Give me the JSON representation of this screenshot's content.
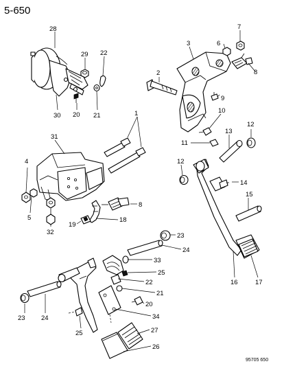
{
  "page_number": "5-650",
  "figure_code": "95705 650",
  "callouts": {
    "c28": "28",
    "c29": "29",
    "c22a": "22",
    "c30": "30",
    "c20a": "20",
    "c21a": "21",
    "c3": "3",
    "c6": "6",
    "c7": "7",
    "c8a": "8",
    "c2": "2",
    "c9": "9",
    "c10": "10",
    "c11": "11",
    "c13": "13",
    "c12a": "12",
    "c1": "1",
    "c31": "31",
    "c4": "4",
    "c5": "5",
    "c32": "32",
    "c8b": "8",
    "c19": "19",
    "c18": "18",
    "c12b": "12",
    "c14": "14",
    "c15": "15",
    "c16": "16",
    "c17": "17",
    "c23a": "23",
    "c24a": "24",
    "c33": "33",
    "c25a": "25",
    "c22b": "22",
    "c21b": "21",
    "c20b": "20",
    "c34": "34",
    "c23b": "23",
    "c24b": "24",
    "c25b": "25",
    "c27": "27",
    "c26": "26"
  }
}
